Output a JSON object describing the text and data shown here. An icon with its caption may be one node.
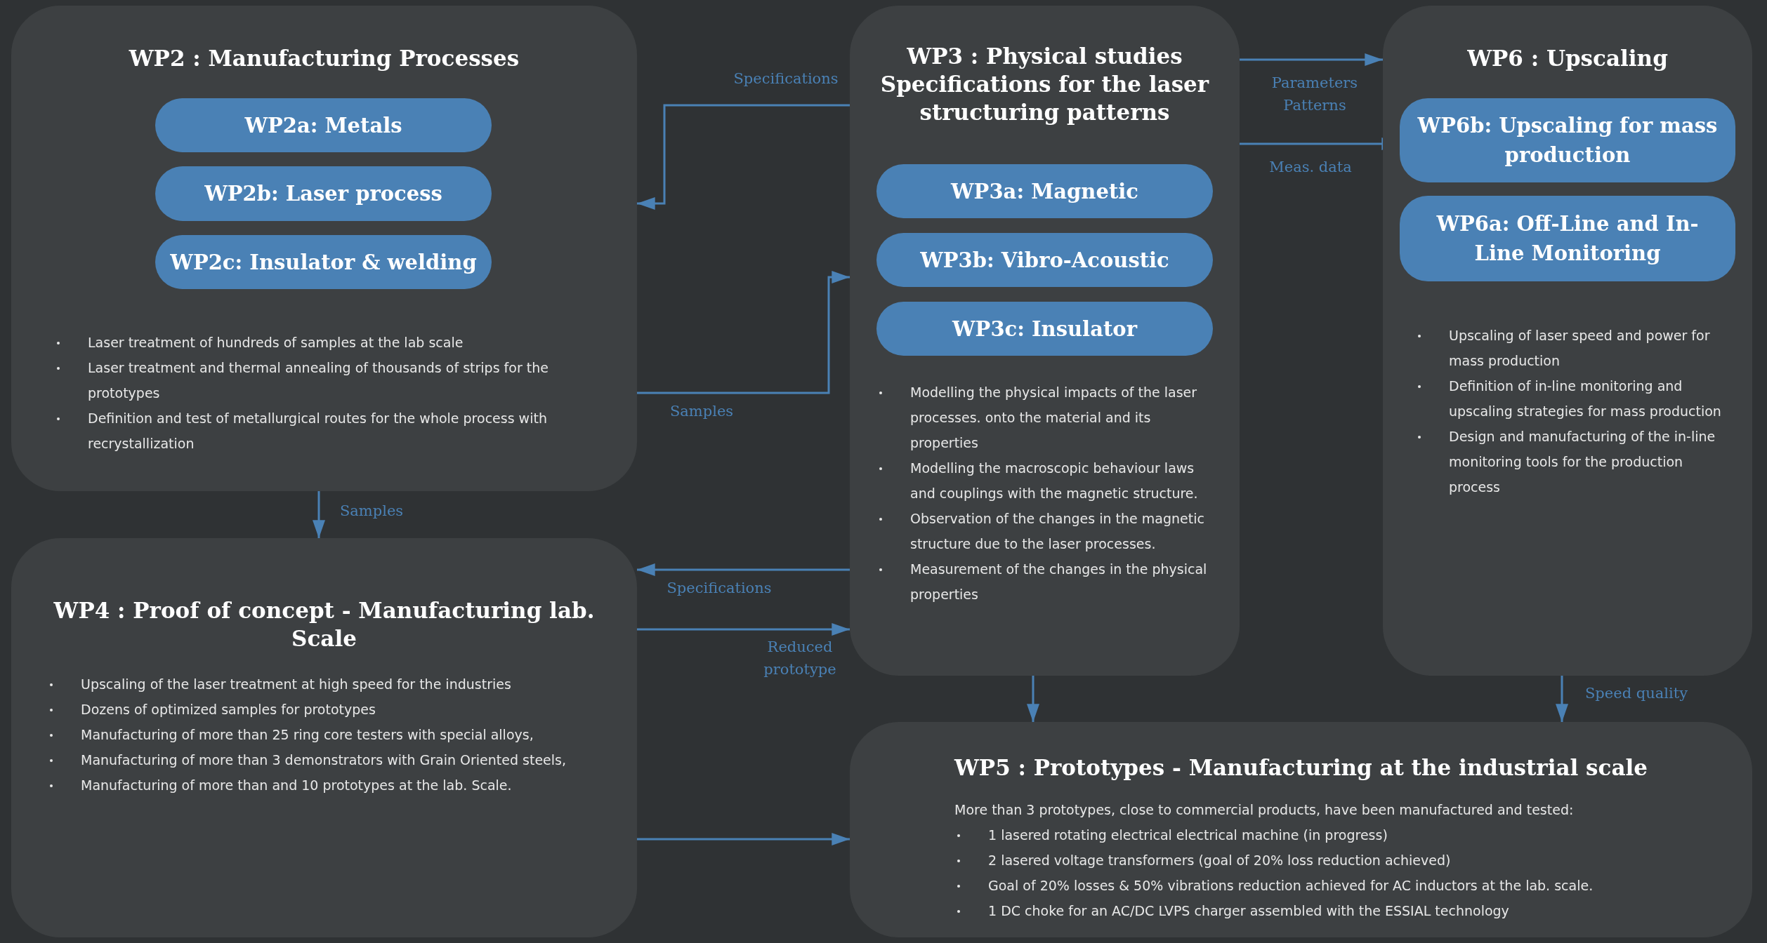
{
  "diagram": {
    "nodes": [
      {
        "text": [
          "WP2 : Manufacturing Processes",
          "Laser treatment of hundreds of samples at the lab scale",
          "Laser treatment and thermal annealing of thousands of strips for the prototypes",
          "Definition and test of metallurgical routes for the whole process with recrystallization"
        ]
      },
      {
        "text": [
          "WP2a: Metals"
        ],
        "in": 0
      },
      {
        "text": [
          "WP2b: Laser process"
        ],
        "in": 0
      },
      {
        "text": [
          "WP2c: Insulator & welding"
        ],
        "in": 0
      },
      {
        "text": [
          "WP3 : Physical studies Specifications for the laser structuring patterns",
          "Modelling the physical impacts of the laser processes. onto the material and its properties",
          "Modelling the macroscopic behaviour laws and couplings with the magnetic structure.",
          "Observation of the changes in the magnetic structure due to the laser processes.",
          "Measurement of the changes in the physical properties"
        ]
      },
      {
        "text": [
          "WP3a: Magnetic"
        ],
        "in": 4
      },
      {
        "text": [
          "WP3b: Vibro-Acoustic"
        ],
        "in": 4
      },
      {
        "text": [
          "WP3c: Insulator"
        ],
        "in": 4
      },
      {
        "text": [
          "WP6 : Upscaling",
          "Upscaling of laser speed and power for mass production",
          "Definition of in-line monitoring and upscaling strategies for mass production",
          "Design and manufacturing of the in-line monitoring tools for the production process"
        ]
      },
      {
        "text": [
          "WP6b: Upscaling for mass production"
        ],
        "in": 8
      },
      {
        "text": [
          "WP6a: Off-Line and In-Line Monitoring"
        ],
        "in": 8
      },
      {
        "text": [
          "WP4 : Proof of concept - Manufacturing lab. Scale",
          "Upscaling of the laser treatment at high speed for the industries",
          "Dozens of optimized samples for prototypes",
          "Manufacturing of more than 25 ring core testers with special alloys,",
          "Manufacturing of more than 3 demonstrators with Grain Oriented steels,",
          "Manufacturing of more than and 10 prototypes at the lab. Scale."
        ]
      },
      {
        "text": [
          "WP5 : Prototypes - Manufacturing at the industrial scale",
          "More than 3 prototypes, close to commercial products, have been manufactured and tested:",
          "1 lasered rotating electrical electrical machine (in progress)",
          "2 lasered voltage transformers (goal of 20% loss reduction achieved)",
          "Goal of 20% losses & 50% vibrations reduction achieved for AC inductors at the lab. scale.",
          "1 DC choke for an AC/DC LVPS charger assembled with the ESSIAL technology"
        ]
      }
    ],
    "edges": [
      {
        "from": 4,
        "to": 0,
        "arrow": "to",
        "label": "Specifications"
      },
      {
        "from": 0,
        "to": 4,
        "arrow": "to",
        "label": "Samples"
      },
      {
        "from": 0,
        "to": 11,
        "arrow": "to",
        "label": "Samples"
      },
      {
        "from": 4,
        "to": 8,
        "arrow": "to",
        "label": "Parameters Patterns"
      },
      {
        "from": 4,
        "to": 9,
        "arrow": "to",
        "label": "Meas. data"
      },
      {
        "from": 4,
        "to": 11,
        "arrow": "to",
        "label": "Specifications"
      },
      {
        "from": 11,
        "to": 4,
        "arrow": "to",
        "label": "Reduced prototype"
      },
      {
        "from": 4,
        "to": 12,
        "arrow": "to"
      },
      {
        "from": 8,
        "to": 12,
        "arrow": "to",
        "label": "Speed quality"
      },
      {
        "from": 11,
        "to": 12,
        "arrow": "to"
      }
    ]
  }
}
